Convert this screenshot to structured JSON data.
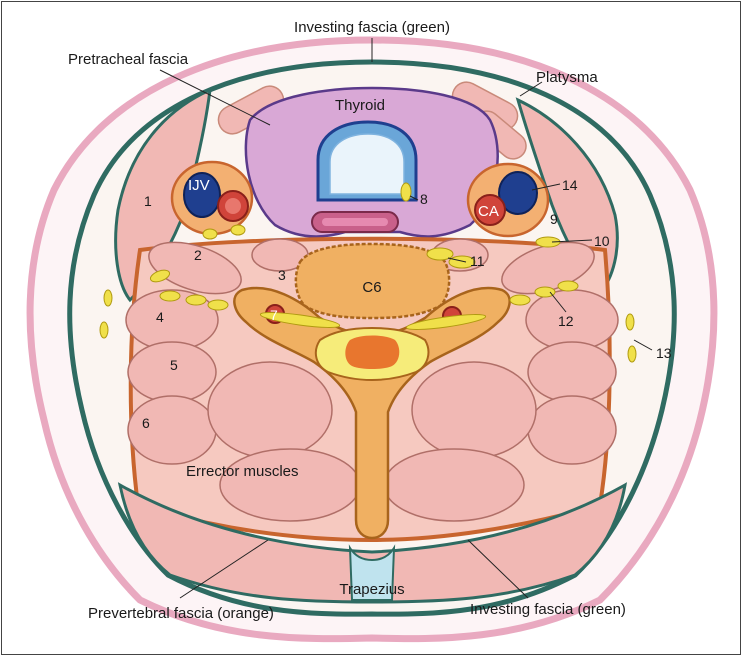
{
  "labels": {
    "investing_top": "Investing fascia (green)",
    "pretracheal": "Pretracheal fascia",
    "platysma": "Platysma",
    "thyroid": "Thyroid",
    "ijv": "IJV",
    "ca": "CA",
    "c6": "C6",
    "errector": "Errector muscles",
    "trapezius": "Trapezius",
    "prevertebral": "Prevertebral fascia (orange)",
    "investing_bottom": "Investing fascia (green)"
  },
  "numbers": {
    "n1": "1",
    "n2": "2",
    "n3": "3",
    "n4": "4",
    "n5": "5",
    "n6": "6",
    "n7": "7",
    "n8": "8",
    "n9": "9",
    "n10": "10",
    "n11": "11",
    "n12": "12",
    "n13": "13",
    "n14": "14"
  },
  "colors": {
    "skin": "#e9a9c0",
    "investing_fascia": "#2f6b62",
    "prevertebral_fascia": "#c8652e",
    "muscle": "#f1b8b4",
    "thyroid": "#d9a8d6",
    "vertebra": "#f0b062",
    "vein": "#1f3f8f",
    "artery": "#d0443a",
    "trachea": "#6aa6d8",
    "nerve": "#f0e04a"
  }
}
